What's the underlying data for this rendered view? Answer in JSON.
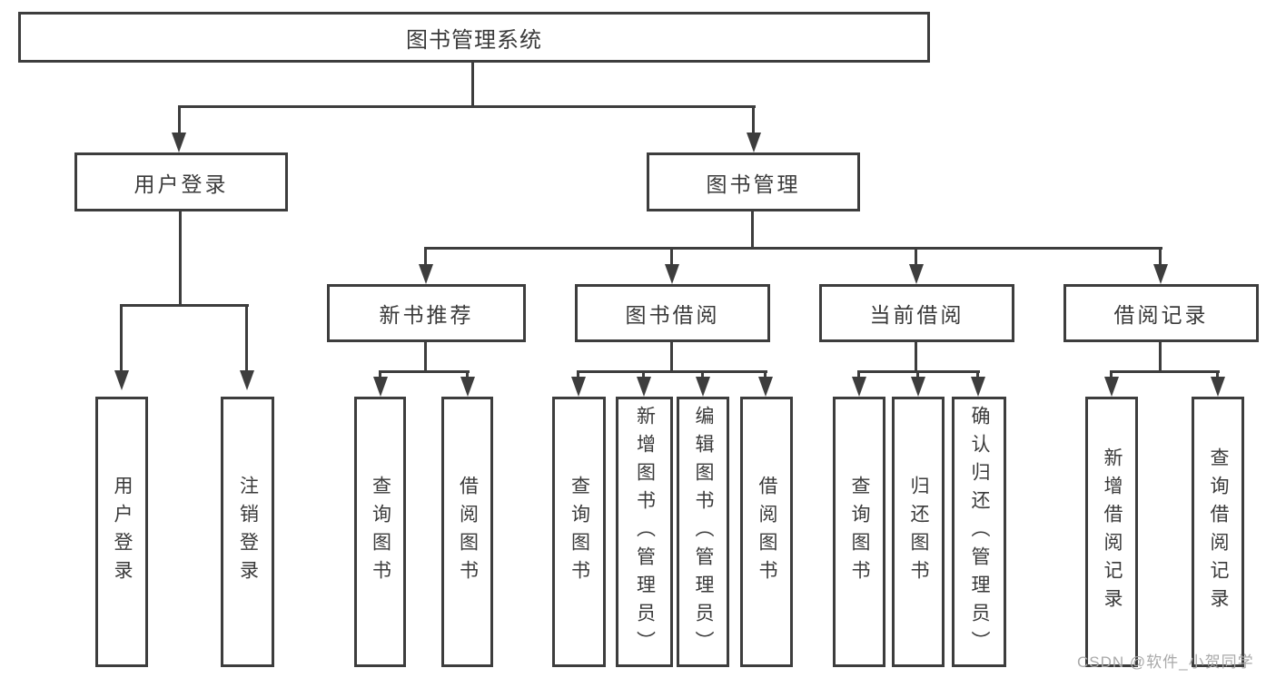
{
  "diagram": {
    "root": {
      "label": "图书管理系统"
    },
    "level2": {
      "user_login": {
        "label": "用户登录"
      },
      "book_mgmt": {
        "label": "图书管理"
      }
    },
    "level3": {
      "new_book_recommend": {
        "label": "新书推荐"
      },
      "book_borrow": {
        "label": "图书借阅"
      },
      "current_borrow": {
        "label": "当前借阅"
      },
      "borrow_records": {
        "label": "借阅记录"
      }
    },
    "level4": {
      "user_login": [
        {
          "label": "用户登录"
        },
        {
          "label": "注销登录"
        }
      ],
      "new_book_recommend": [
        {
          "label": "查询图书"
        },
        {
          "label": "借阅图书"
        }
      ],
      "book_borrow": [
        {
          "label": "查询图书"
        },
        {
          "label": "新增图书（管理员）"
        },
        {
          "label": "编辑图书（管理员）"
        },
        {
          "label": "借阅图书"
        }
      ],
      "current_borrow": [
        {
          "label": "查询图书"
        },
        {
          "label": "归还图书"
        },
        {
          "label": "确认归还（管理员）"
        }
      ],
      "borrow_records": [
        {
          "label": "新增借阅记录"
        },
        {
          "label": "查询借阅记录"
        }
      ]
    }
  },
  "watermark": {
    "text": "CSDN @软件_小贺同学"
  },
  "colors": {
    "line": "#3d3d3d",
    "text": "#3a3a3a",
    "watermark": "#a9a9a9",
    "background": "#ffffff"
  }
}
